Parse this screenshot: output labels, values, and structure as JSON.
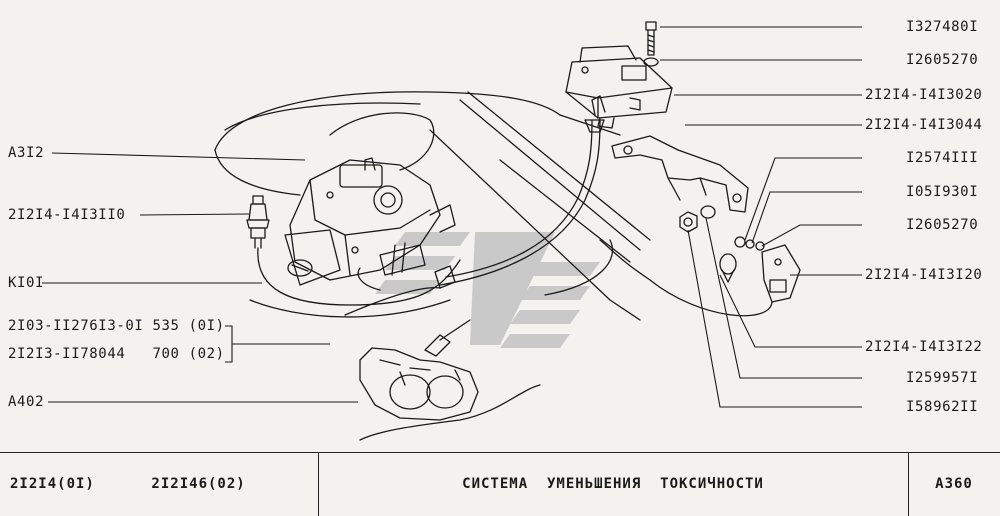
{
  "callouts_left": [
    {
      "id": "a312",
      "text": "A3I2"
    },
    {
      "id": "sensor",
      "text": "2I2I4-I4I3II0"
    },
    {
      "id": "k101",
      "text": "KI0I"
    },
    {
      "id": "hose1",
      "text": "2I03-II276I3-0I 535 (0I)"
    },
    {
      "id": "hose2",
      "text": "2I2I3-II78044   700 (02)"
    },
    {
      "id": "a402",
      "text": "A402"
    }
  ],
  "callouts_right": [
    {
      "id": "bolt",
      "text": "I327480I"
    },
    {
      "id": "washer-top",
      "text": "I2605270"
    },
    {
      "id": "valve",
      "text": "2I2I4-I4I3020"
    },
    {
      "id": "bracket",
      "text": "2I2I4-I4I3044"
    },
    {
      "id": "nut",
      "text": "I2574III"
    },
    {
      "id": "lockwasher",
      "text": "I05I930I"
    },
    {
      "id": "washer-mid",
      "text": "I2605270"
    },
    {
      "id": "switch",
      "text": "2I2I4-I4I3I20"
    },
    {
      "id": "harness",
      "text": "2I2I4-I4I3I22"
    },
    {
      "id": "plug",
      "text": "I259957I"
    },
    {
      "id": "grommet",
      "text": "I58962II"
    }
  ],
  "footer": {
    "models": "2I2I4(0I)      2I2I46(02)",
    "title": "СИСТЕМА  УМЕНЬШЕНИЯ  ТОКСИЧНОСТИ",
    "sheet": "A360"
  },
  "colors": {
    "ink": "#1a1a1a",
    "paper": "#f3f2ef",
    "watermark": "#c9c9c9"
  }
}
